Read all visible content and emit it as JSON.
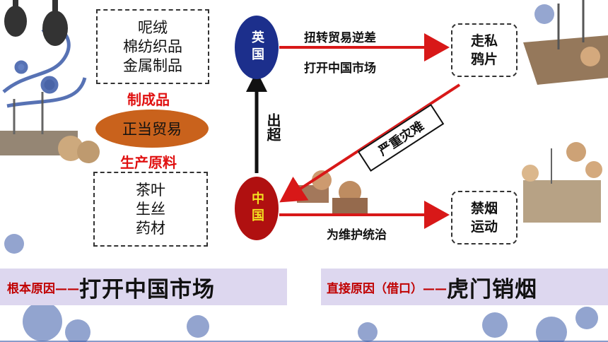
{
  "export_box": {
    "items": [
      "呢绒",
      "棉纺织品",
      "金属制品"
    ]
  },
  "manufactured_label": "制成品",
  "trade_oval": "正当贸易",
  "raw_label": "生产原料",
  "import_box": {
    "items": [
      "茶叶",
      "生丝",
      "药材"
    ]
  },
  "britain": "英国",
  "china": "中国",
  "surplus_label": "出超",
  "arrow_top_line1": "扭转贸易逆差",
  "arrow_top_line2": "打开中国市场",
  "smuggle_box": "走私鸦片",
  "disaster_label": "严重灾难",
  "ban_box": "禁烟运动",
  "arrow_bottom_label": "为维护统治",
  "band_left": {
    "small": "根本原因——",
    "big": "打开中国市场"
  },
  "band_right": {
    "small": "直接原因（借口）——",
    "big": "虎门销烟"
  },
  "colors": {
    "red": "#d81818",
    "blue_oval": "#1c2f8c",
    "china_oval": "#b01010",
    "trade_oval": "#c9621c",
    "band": "#ddd7ef"
  }
}
